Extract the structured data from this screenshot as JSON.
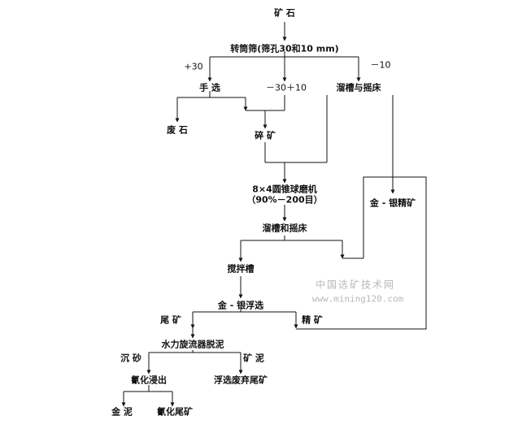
{
  "nodes": {
    "ore": "矿 石",
    "trommel": "转筒筛(筛孔30和10 mm)",
    "plus30": "+30",
    "minus10": "－10",
    "hand_sort": "手 选",
    "minus30plus10": "－30＋10",
    "sluice_table_1": "溜槽与摇床",
    "waste_rock": "废 石",
    "crushed_ore": "碎 矿",
    "mill_line1": "8×4圆锥球磨机",
    "mill_line2": "（90%－200目）",
    "gold_silver_conc": "金 - 银精矿",
    "sluice_table_2": "溜槽和摇床",
    "agitation_tank": "搅拌槽",
    "flotation": "金 - 银浮选",
    "tailings": "尾 矿",
    "concentrate": "精 矿",
    "hydrocyclone": "水力旋流器脱泥",
    "sand": "沉 砂",
    "slime": "矿 泥",
    "cyanide_leach": "氰化浸出",
    "flotation_waste_tailings": "浮选废弃尾矿",
    "gold_mud": "金 泥",
    "cyanide_tailings": "氰化尾矿"
  },
  "watermark": {
    "line1": "中国选矿技术网",
    "line2": "www.mining120.com"
  }
}
